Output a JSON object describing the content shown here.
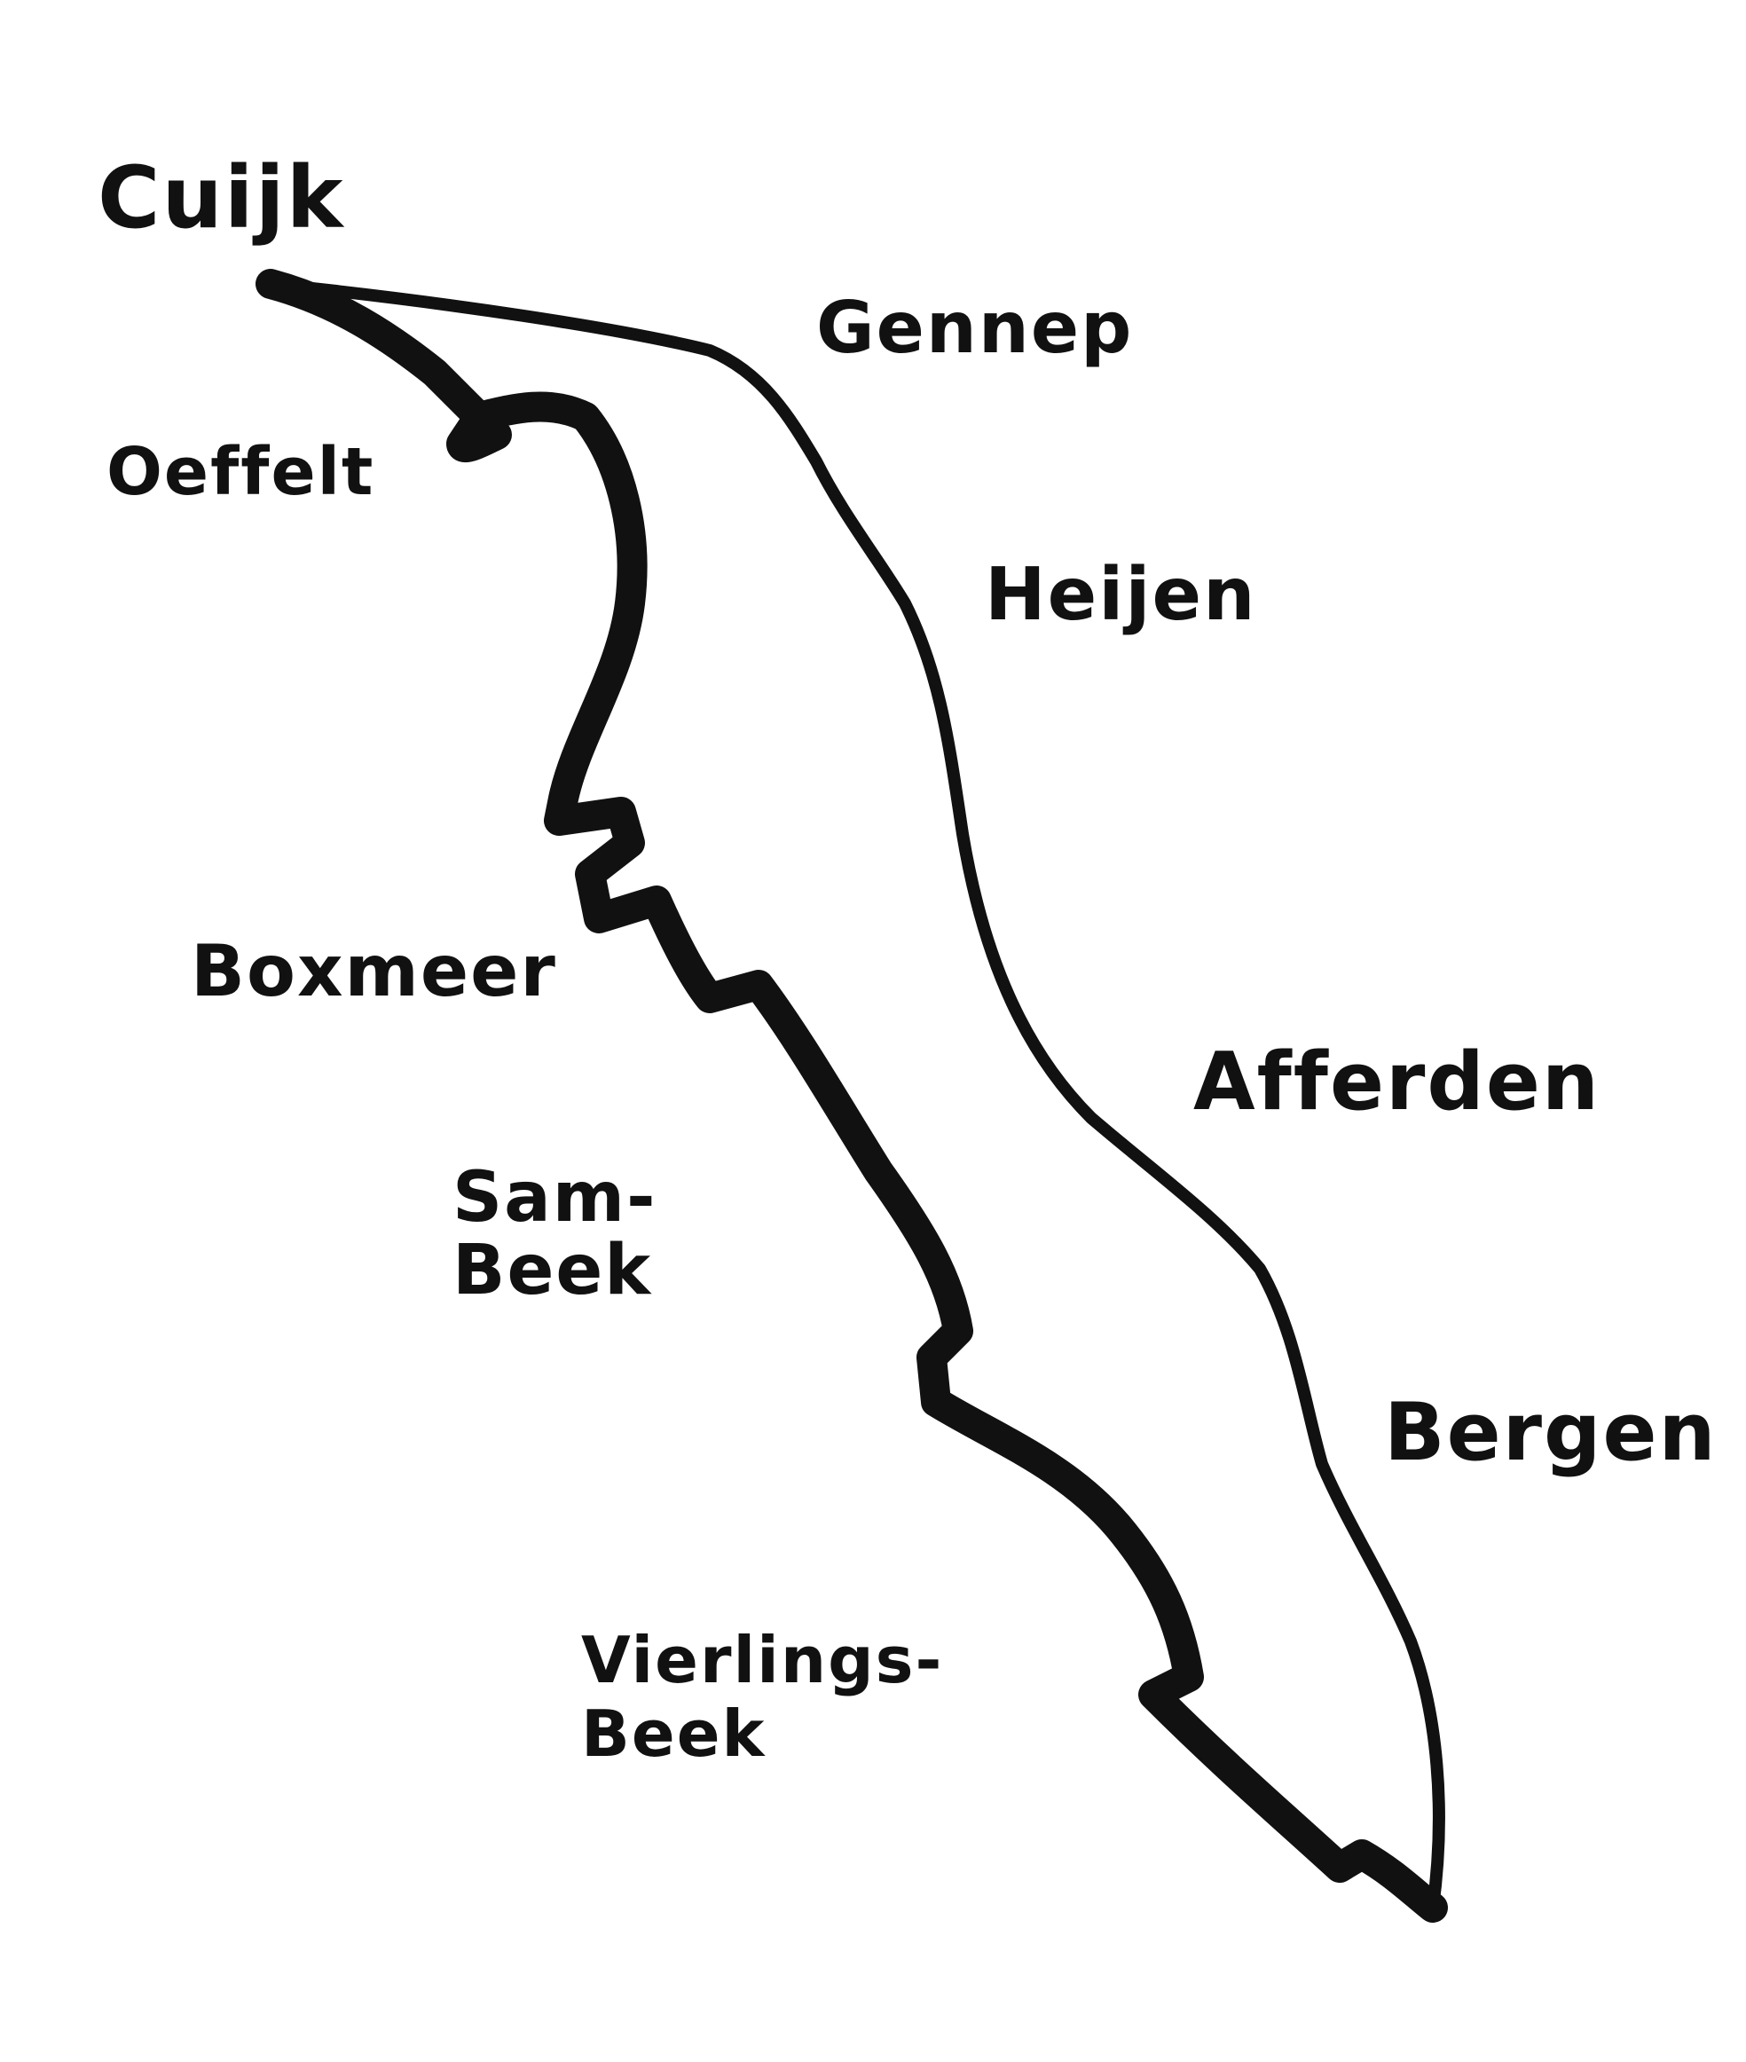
{
  "map": {
    "ink_color": "#111111",
    "background_color": "#ffffff",
    "region_shape": "elongated strip running north-west to south-east, thick bold outline on the west side and thinner outline on the east side",
    "places_west": [
      {
        "id": "cuijk",
        "lines": [
          "Cuijk"
        ]
      },
      {
        "id": "oeffelt",
        "lines": [
          "Oeffelt"
        ]
      },
      {
        "id": "boxmeer",
        "lines": [
          "Boxmeer"
        ]
      },
      {
        "id": "sambeek",
        "lines": [
          "Sam-",
          "Beek"
        ]
      },
      {
        "id": "vierlingsbeek",
        "lines": [
          "Vierlings-",
          "Beek"
        ]
      }
    ],
    "places_east": [
      {
        "id": "gennep",
        "lines": [
          "Gennep"
        ]
      },
      {
        "id": "heijen",
        "lines": [
          "Heijen"
        ]
      },
      {
        "id": "afferden",
        "lines": [
          "Afferden"
        ]
      },
      {
        "id": "bergen",
        "lines": [
          "Bergen"
        ]
      }
    ]
  }
}
